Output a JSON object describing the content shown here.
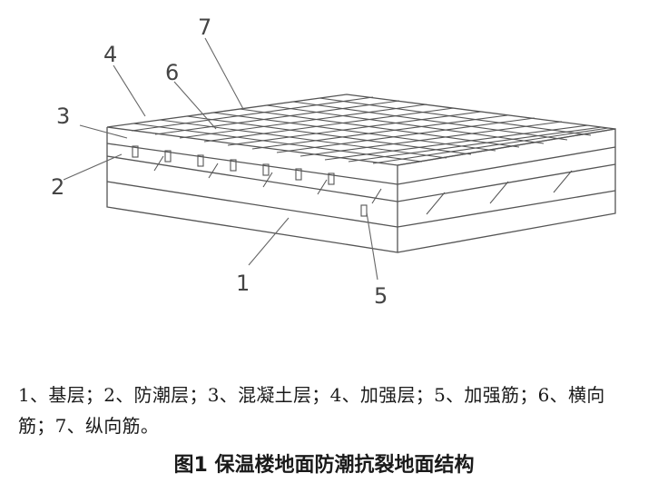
{
  "labels": {
    "l1": "1",
    "l2": "2",
    "l3": "3",
    "l4": "4",
    "l5": "5",
    "l6": "6",
    "l7": "7"
  },
  "caption": "1、基层；2、防潮层；3、混凝土层；4、加强层；5、加强筋；6、横向筋；7、纵向筋。",
  "title": "图1  保温楼地面防潮抗裂地面结构",
  "colors": {
    "line": "#555555",
    "text": "#1a1a1a"
  }
}
